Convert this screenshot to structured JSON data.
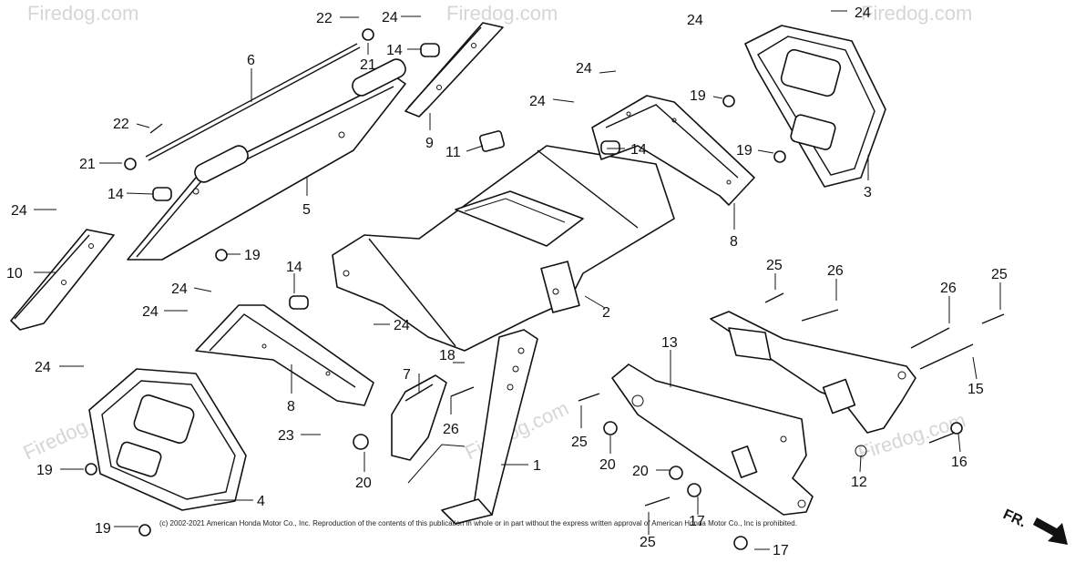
{
  "copyright": "(c) 2002-2021 American Honda Motor Co., Inc. Reproduction of the contents of this publication in whole or in part without the express written approval of American Honda Motor Co., Inc is prohibited.",
  "watermark": "Firedog.com",
  "front_label": "FR.",
  "callouts": [
    {
      "id": "c22a",
      "text": "22"
    },
    {
      "id": "c24a",
      "text": "24"
    },
    {
      "id": "c24b",
      "text": "24"
    },
    {
      "id": "c24c",
      "text": "24"
    },
    {
      "id": "c21a",
      "text": "21"
    },
    {
      "id": "c14a",
      "text": "14"
    },
    {
      "id": "c6",
      "text": "6"
    },
    {
      "id": "c22b",
      "text": "22"
    },
    {
      "id": "c21b",
      "text": "21"
    },
    {
      "id": "c14b",
      "text": "14"
    },
    {
      "id": "c5",
      "text": "5"
    },
    {
      "id": "c24d",
      "text": "24"
    },
    {
      "id": "c10",
      "text": "10"
    },
    {
      "id": "c19a",
      "text": "19"
    },
    {
      "id": "c24e",
      "text": "24"
    },
    {
      "id": "c24f",
      "text": "24"
    },
    {
      "id": "c14c",
      "text": "14"
    },
    {
      "id": "c24g",
      "text": "24"
    },
    {
      "id": "c8a",
      "text": "8"
    },
    {
      "id": "c24h",
      "text": "24"
    },
    {
      "id": "c23",
      "text": "23"
    },
    {
      "id": "c20a",
      "text": "20"
    },
    {
      "id": "c19b",
      "text": "19"
    },
    {
      "id": "c4",
      "text": "4"
    },
    {
      "id": "c19c",
      "text": "19"
    },
    {
      "id": "c9",
      "text": "9"
    },
    {
      "id": "c11",
      "text": "11"
    },
    {
      "id": "c24i",
      "text": "24"
    },
    {
      "id": "c24j",
      "text": "24"
    },
    {
      "id": "c14d",
      "text": "14"
    },
    {
      "id": "c19d",
      "text": "19"
    },
    {
      "id": "c19e",
      "text": "19"
    },
    {
      "id": "c3",
      "text": "3"
    },
    {
      "id": "c8b",
      "text": "8"
    },
    {
      "id": "c2",
      "text": "2"
    },
    {
      "id": "c18",
      "text": "18"
    },
    {
      "id": "c7",
      "text": "7"
    },
    {
      "id": "c26a",
      "text": "26"
    },
    {
      "id": "c1",
      "text": "1"
    },
    {
      "id": "c13",
      "text": "13"
    },
    {
      "id": "c25a",
      "text": "25"
    },
    {
      "id": "c20b",
      "text": "20"
    },
    {
      "id": "c20c",
      "text": "20"
    },
    {
      "id": "c17a",
      "text": "17"
    },
    {
      "id": "c25b",
      "text": "25"
    },
    {
      "id": "c17b",
      "text": "17"
    },
    {
      "id": "c25c",
      "text": "25"
    },
    {
      "id": "c26b",
      "text": "26"
    },
    {
      "id": "c26c",
      "text": "26"
    },
    {
      "id": "c25d",
      "text": "25"
    },
    {
      "id": "c15",
      "text": "15"
    },
    {
      "id": "c16",
      "text": "16"
    },
    {
      "id": "c12",
      "text": "12"
    }
  ]
}
